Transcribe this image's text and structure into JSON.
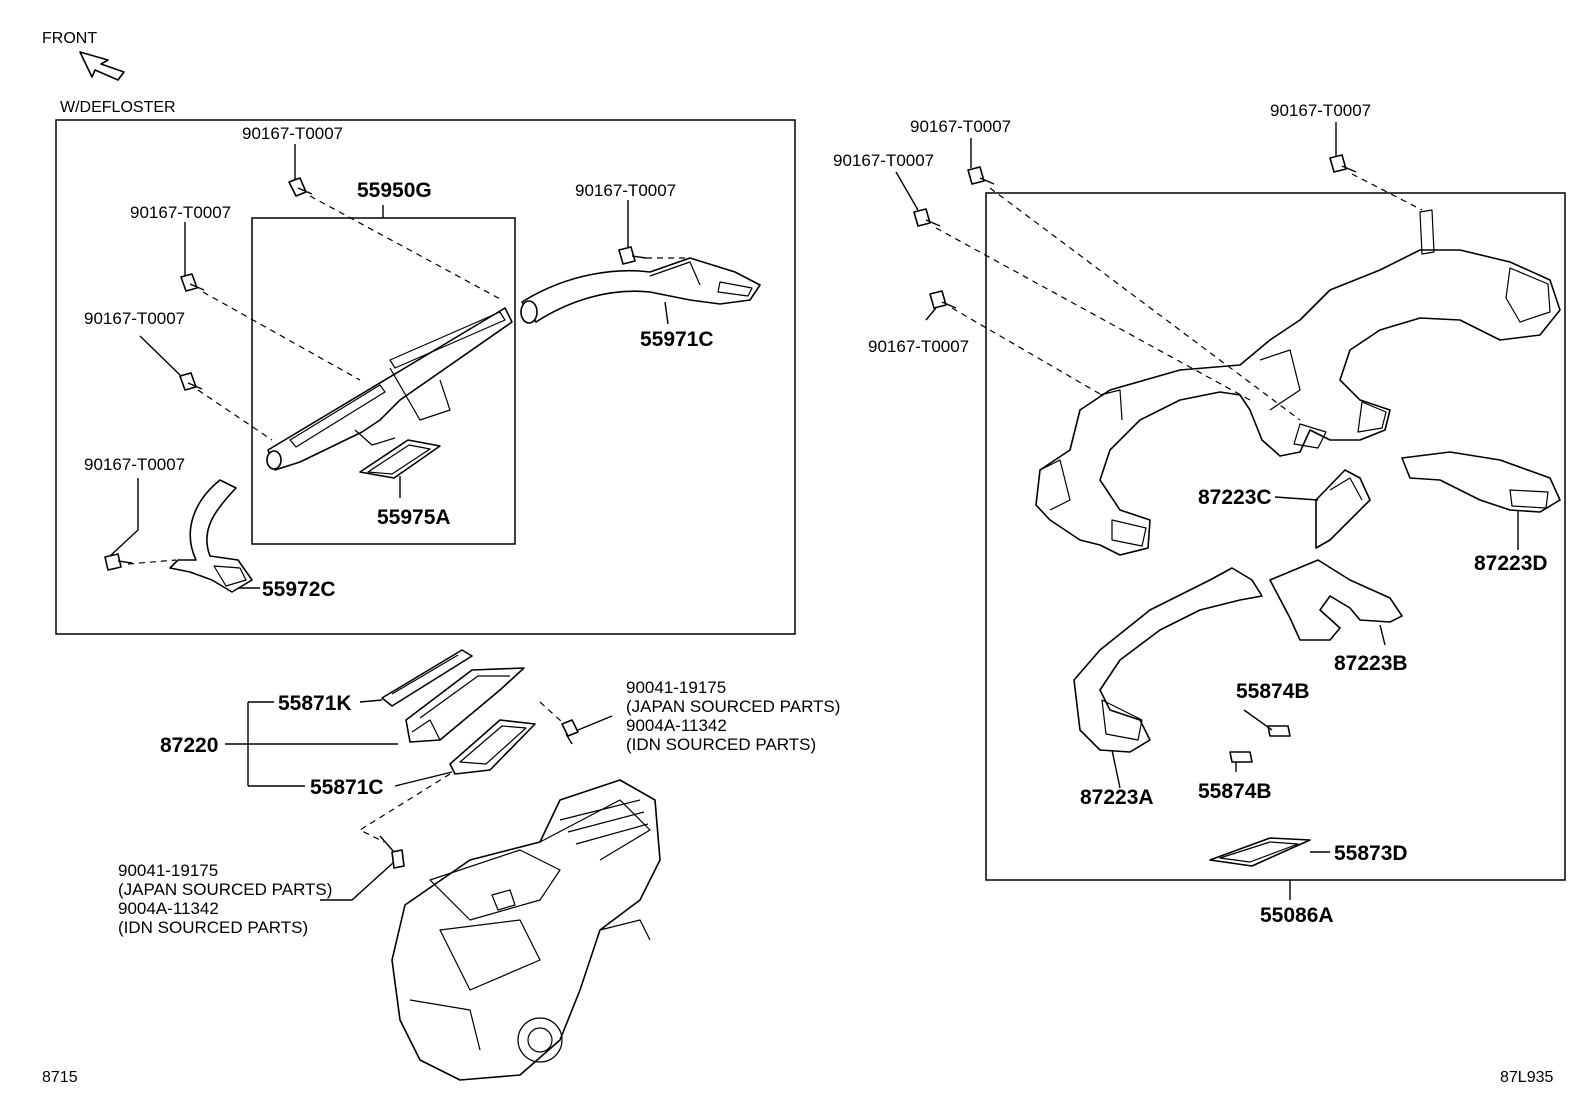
{
  "header": {
    "front_label": "FRONT",
    "variant_label": "W/DEFLOSTER",
    "page_code_left": "8715",
    "page_code_right": "87L935"
  },
  "labels": {
    "p_55950G": "55950G",
    "p_55971C": "55971C",
    "p_55975A": "55975A",
    "p_55972C": "55972C",
    "clip_L1": "90167-T0007",
    "clip_L2": "90167-T0007",
    "clip_L3": "90167-T0007",
    "clip_L4": "90167-T0007",
    "clip_L5": "90167-T0007",
    "clip_R1": "90167-T0007",
    "clip_R2": "90167-T0007",
    "clip_R3": "90167-T0007",
    "clip_R4": "90167-T0007",
    "p_55871K": "55871K",
    "p_87220": "87220",
    "p_55871C": "55871C",
    "screw_a1": "90041-19175",
    "screw_a2": "(JAPAN SOURCED PARTS)",
    "screw_a3": "9004A-11342",
    "screw_a4": "(IDN SOURCED PARTS)",
    "screw_b1": "90041-19175",
    "screw_b2": "(JAPAN SOURCED PARTS)",
    "screw_b3": "9004A-11342",
    "screw_b4": "(IDN SOURCED PARTS)",
    "p_87223C": "87223C",
    "p_87223D": "87223D",
    "p_87223B": "87223B",
    "p_87223A": "87223A",
    "p_55874B_1": "55874B",
    "p_55874B_2": "55874B",
    "p_55873D": "55873D",
    "p_55086A": "55086A"
  }
}
